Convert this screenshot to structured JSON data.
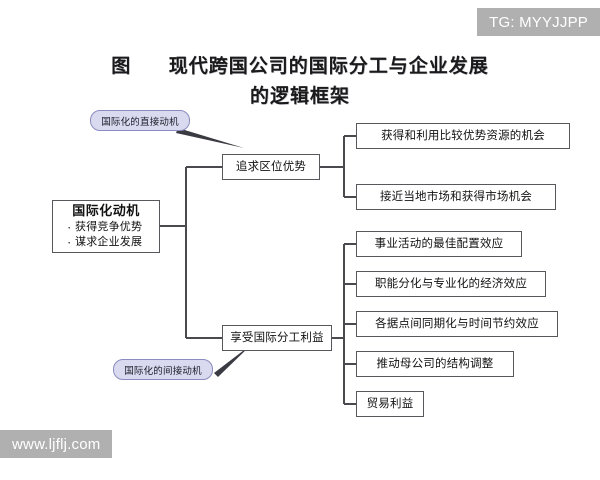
{
  "watermarks": {
    "top_right": "TG: MYYJJPP",
    "bottom_left": "www.ljflj.com"
  },
  "title": {
    "label": "图",
    "line1": "现代跨国公司的国际分工与企业发展",
    "line2": "的逻辑框架"
  },
  "root": {
    "heading": "国际化动机",
    "bullets": [
      "获得竞争优势",
      "谋求企业发展"
    ]
  },
  "branches": [
    {
      "label": "追求区位优势",
      "children": [
        "获得和利用比较优势资源的机会",
        "接近当地市场和获得市场机会"
      ]
    },
    {
      "label": "享受国际分工利益",
      "children": [
        "事业活动的最佳配置效应",
        "职能分化与专业化的经济效应",
        "各据点间同期化与时间节约效应",
        "推动母公司的结构调整",
        "贸易利益"
      ]
    }
  ],
  "callouts": [
    {
      "text": "国际化的直接动机",
      "points_to": "追求区位优势"
    },
    {
      "text": "国际化的间接动机",
      "points_to": "享受国际分工利益"
    }
  ],
  "colors": {
    "background": "#ffffff",
    "box_border": "#58585c",
    "text": "#121212",
    "callout_fill": "#d9d9ef",
    "callout_border": "#8c8cc0",
    "connector": "#4a4a4e",
    "watermark_bar": "#b0b0b0",
    "watermark_text": "#ffffff"
  }
}
